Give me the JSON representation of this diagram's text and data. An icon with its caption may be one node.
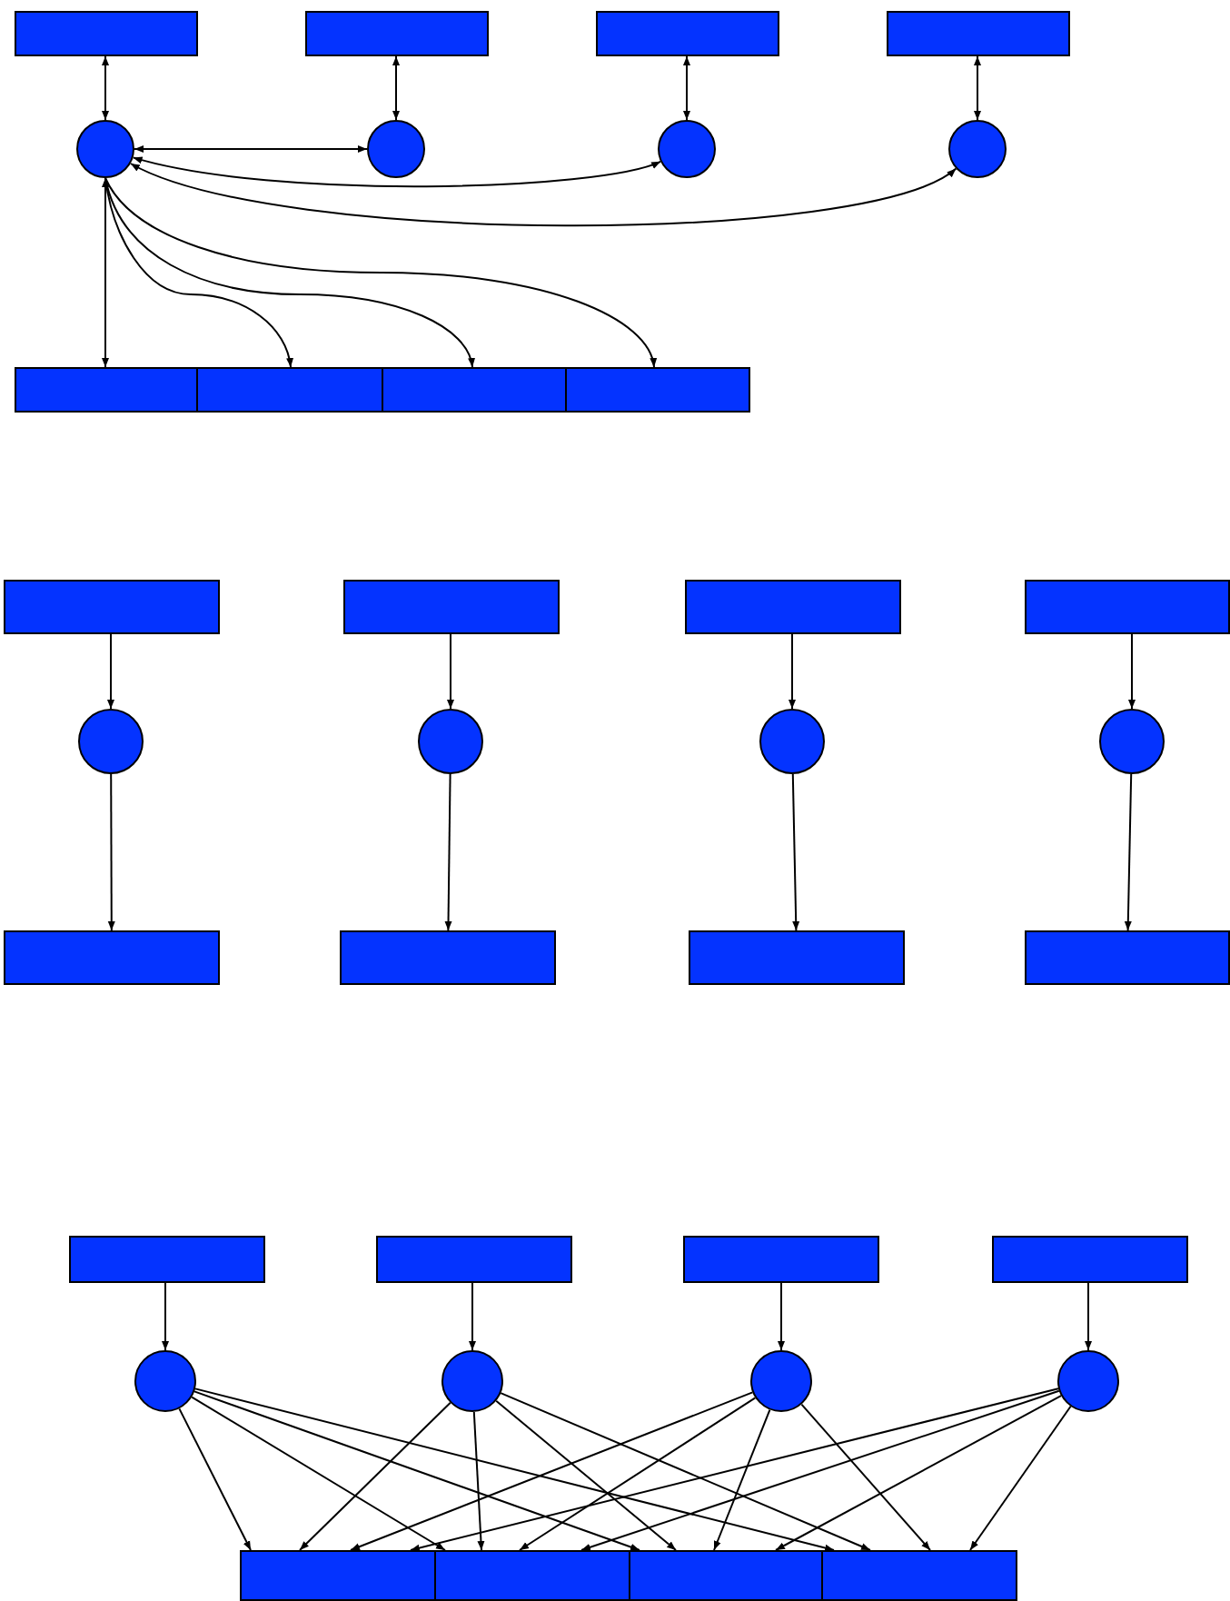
{
  "diagram": {
    "nodes": [
      {
        "text": [],
        "shape": "box"
      },
      {
        "text": [],
        "shape": "box"
      },
      {
        "text": [],
        "shape": "box"
      },
      {
        "text": [],
        "shape": "box"
      },
      {
        "text": [],
        "shape": "circle"
      },
      {
        "text": [],
        "shape": "circle"
      },
      {
        "text": [],
        "shape": "circle"
      },
      {
        "text": [],
        "shape": "circle"
      },
      {
        "text": [],
        "shape": "box"
      },
      {
        "text": [],
        "shape": "box"
      },
      {
        "text": [],
        "shape": "box"
      },
      {
        "text": [],
        "shape": "box"
      },
      {
        "text": [],
        "shape": "box"
      },
      {
        "text": [],
        "shape": "box"
      },
      {
        "text": [],
        "shape": "box"
      },
      {
        "text": [],
        "shape": "box"
      },
      {
        "text": [],
        "shape": "circle"
      },
      {
        "text": [],
        "shape": "circle"
      },
      {
        "text": [],
        "shape": "circle"
      },
      {
        "text": [],
        "shape": "circle"
      },
      {
        "text": [],
        "shape": "box"
      },
      {
        "text": [],
        "shape": "box"
      },
      {
        "text": [],
        "shape": "box"
      },
      {
        "text": [],
        "shape": "box"
      },
      {
        "text": [],
        "shape": "box"
      },
      {
        "text": [],
        "shape": "box"
      },
      {
        "text": [],
        "shape": "box"
      },
      {
        "text": [],
        "shape": "box"
      },
      {
        "text": [],
        "shape": "circle"
      },
      {
        "text": [],
        "shape": "circle"
      },
      {
        "text": [],
        "shape": "circle"
      },
      {
        "text": [],
        "shape": "circle"
      },
      {
        "text": [],
        "shape": "box"
      },
      {
        "text": [],
        "shape": "box"
      },
      {
        "text": [],
        "shape": "box"
      },
      {
        "text": [],
        "shape": "box"
      }
    ],
    "edges": [
      {
        "from": 0,
        "to": 4,
        "arrow": "both"
      },
      {
        "from": 1,
        "to": 5,
        "arrow": "both"
      },
      {
        "from": 2,
        "to": 6,
        "arrow": "both"
      },
      {
        "from": 3,
        "to": 7,
        "arrow": "both"
      },
      {
        "from": 4,
        "to": 5,
        "arrow": "both"
      },
      {
        "from": 4,
        "to": 6,
        "arrow": "both"
      },
      {
        "from": 4,
        "to": 7,
        "arrow": "both"
      },
      {
        "from": 4,
        "to": 8,
        "arrow": "both"
      },
      {
        "from": 4,
        "to": 9,
        "arrow": "to"
      },
      {
        "from": 4,
        "to": 10,
        "arrow": "to"
      },
      {
        "from": 4,
        "to": 11,
        "arrow": "to"
      },
      {
        "from": 12,
        "to": 16,
        "arrow": "to"
      },
      {
        "from": 13,
        "to": 17,
        "arrow": "to"
      },
      {
        "from": 14,
        "to": 18,
        "arrow": "to"
      },
      {
        "from": 15,
        "to": 19,
        "arrow": "to"
      },
      {
        "from": 16,
        "to": 20,
        "arrow": "to"
      },
      {
        "from": 17,
        "to": 21,
        "arrow": "to"
      },
      {
        "from": 18,
        "to": 22,
        "arrow": "to"
      },
      {
        "from": 19,
        "to": 23,
        "arrow": "to"
      },
      {
        "from": 24,
        "to": 28,
        "arrow": "to"
      },
      {
        "from": 25,
        "to": 29,
        "arrow": "to"
      },
      {
        "from": 26,
        "to": 30,
        "arrow": "to"
      },
      {
        "from": 27,
        "to": 31,
        "arrow": "to"
      },
      {
        "from": 28,
        "to": 32,
        "arrow": "to"
      },
      {
        "from": 28,
        "to": 33,
        "arrow": "to"
      },
      {
        "from": 28,
        "to": 34,
        "arrow": "to"
      },
      {
        "from": 28,
        "to": 35,
        "arrow": "to"
      },
      {
        "from": 29,
        "to": 32,
        "arrow": "to"
      },
      {
        "from": 29,
        "to": 33,
        "arrow": "to"
      },
      {
        "from": 29,
        "to": 34,
        "arrow": "to"
      },
      {
        "from": 29,
        "to": 35,
        "arrow": "to"
      },
      {
        "from": 30,
        "to": 32,
        "arrow": "to"
      },
      {
        "from": 30,
        "to": 33,
        "arrow": "to"
      },
      {
        "from": 30,
        "to": 34,
        "arrow": "to"
      },
      {
        "from": 30,
        "to": 35,
        "arrow": "to"
      },
      {
        "from": 31,
        "to": 32,
        "arrow": "to"
      },
      {
        "from": 31,
        "to": 33,
        "arrow": "to"
      },
      {
        "from": 31,
        "to": 34,
        "arrow": "to"
      },
      {
        "from": 31,
        "to": 35,
        "arrow": "to"
      }
    ]
  }
}
